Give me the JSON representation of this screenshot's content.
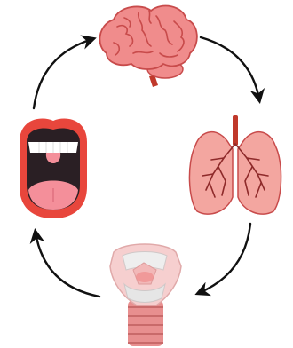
{
  "diagram": {
    "nodes": [
      {
        "id": "brain",
        "icon": "brain-icon"
      },
      {
        "id": "lungs",
        "icon": "lungs-icon"
      },
      {
        "id": "larynx",
        "icon": "larynx-icon"
      },
      {
        "id": "mouth",
        "icon": "mouth-icon"
      }
    ],
    "cycle": [
      "brain",
      "lungs",
      "larynx",
      "mouth"
    ],
    "arrow_direction": "clockwise"
  },
  "colors": {
    "arrow": "#111111",
    "brain_fill": "#f08c8c",
    "brain_line": "#c84b4b",
    "brainstem": "#c0392b",
    "lungs_fill": "#f3a6a0",
    "lungs_vessels": "#8e2a2a",
    "mouth_lips": "#e8463c",
    "mouth_inside": "#2a1f24",
    "tongue": "#f48f9a",
    "larynx_fill": "#f6cfcf",
    "trachea": "#e88f8f"
  }
}
